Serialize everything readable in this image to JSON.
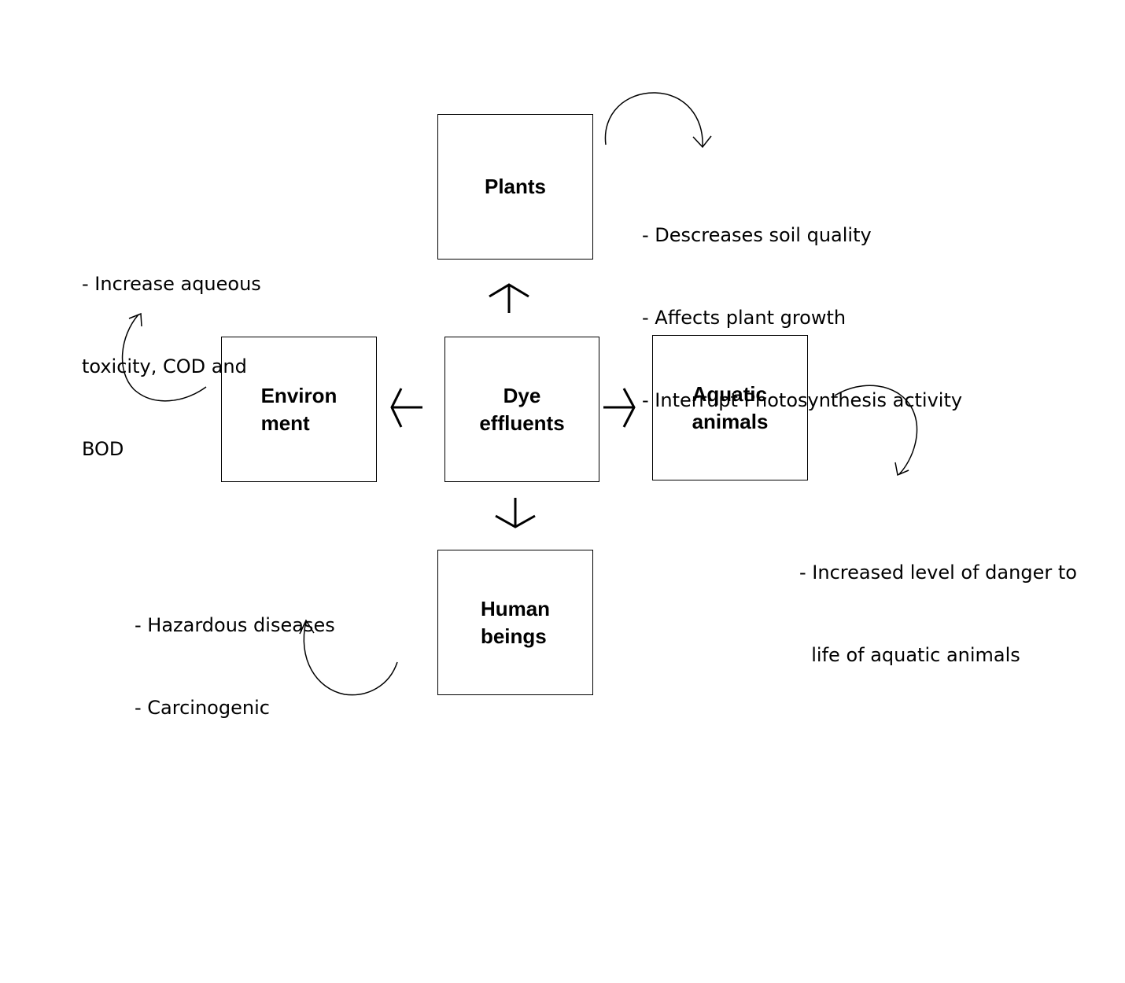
{
  "diagram": {
    "nodes": {
      "center": {
        "label": "Dye\neffluents"
      },
      "plants": {
        "label": "Plants"
      },
      "environment": {
        "label": "Environ\nment"
      },
      "aquatic": {
        "label": "Aquatic\nanimals"
      },
      "human": {
        "label": "Human\nbeings"
      }
    },
    "notes": {
      "plants": [
        "- Descreases soil quality",
        "- Affects plant growth",
        "- Interrupt Photosynthesis activity"
      ],
      "environment": [
        "- Increase aqueous",
        "toxicity, COD and",
        "BOD"
      ],
      "aquatic": [
        "- Increased level of danger to",
        "  life of aquatic animals"
      ],
      "human": [
        "- Hazardous diseases",
        "- Carcinogenic"
      ]
    },
    "edges": [
      {
        "from": "center",
        "to": "plants"
      },
      {
        "from": "center",
        "to": "environment"
      },
      {
        "from": "center",
        "to": "aquatic"
      },
      {
        "from": "center",
        "to": "human"
      }
    ],
    "colors": {
      "stroke": "#000000",
      "background": "#ffffff"
    }
  }
}
